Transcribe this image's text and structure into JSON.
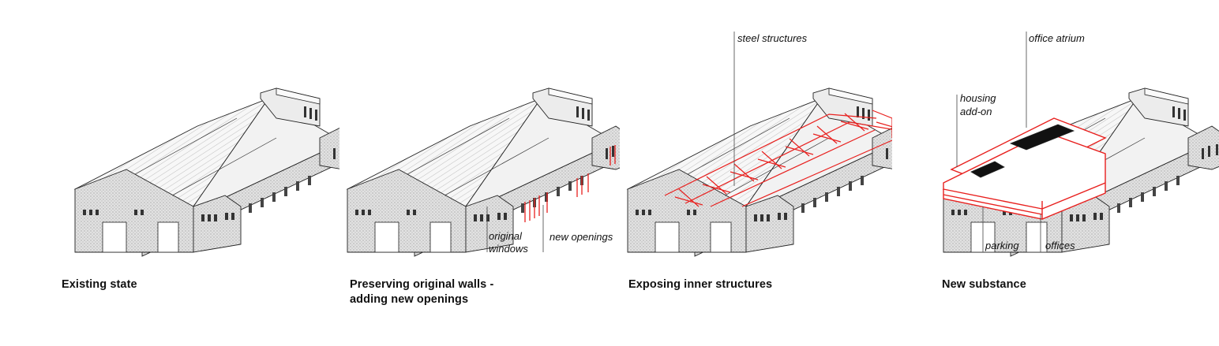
{
  "colors": {
    "ink": "#111111",
    "accent": "#e8201e",
    "facade": "#d8d8d8",
    "roof": "#f4f4f4"
  },
  "panels": [
    {
      "caption": "Existing state",
      "notes": []
    },
    {
      "caption_line1": "Preserving original walls -",
      "caption_line2": "adding new openings",
      "notes": [
        "original",
        "windows",
        "new openings"
      ]
    },
    {
      "caption": "Exposing inner structures",
      "notes": [
        "steel structures"
      ]
    },
    {
      "caption": "New substance",
      "notes": [
        "office atrium",
        "housing",
        "add-on",
        "parking",
        "offices"
      ]
    }
  ]
}
